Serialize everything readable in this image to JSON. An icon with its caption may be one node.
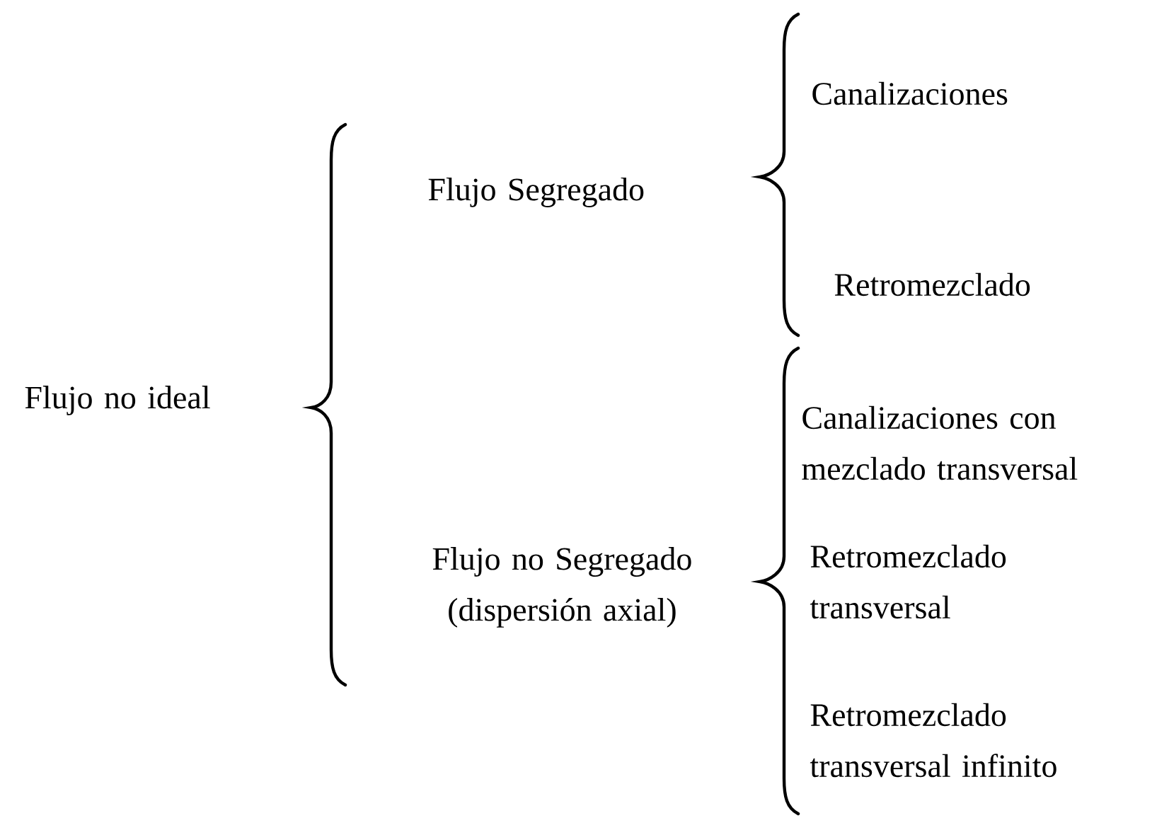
{
  "diagram": {
    "labels": [
      "Canalizaciones",
      "Flujo Segregado",
      "Retromezclado",
      "Flujo no ideal",
      "Canalizaciones con mezclado transversal",
      "Flujo no Segregado (dispersión axial)",
      "Retromezclado transversal",
      "Retromezclado transversal infinito"
    ]
  }
}
